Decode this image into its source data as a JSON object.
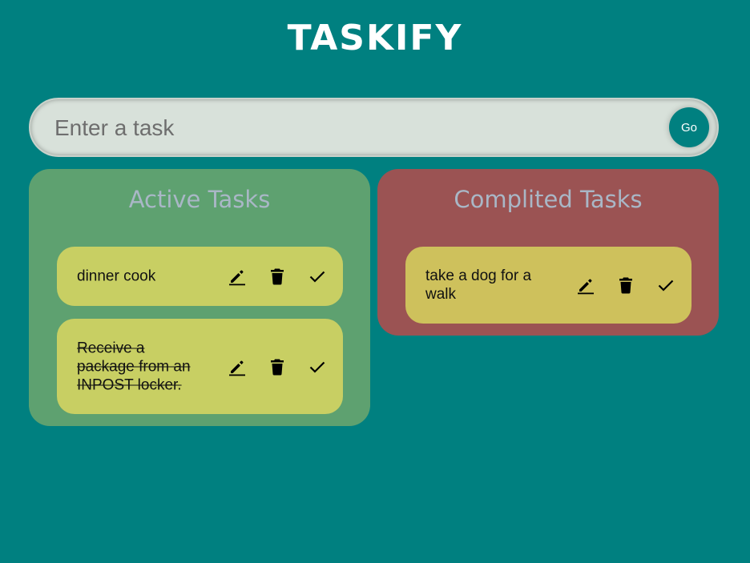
{
  "app": {
    "title": "TASKIFY"
  },
  "form": {
    "placeholder": "Enter a task",
    "value": "",
    "submit_label": "Go"
  },
  "active": {
    "heading": "Active Tasks",
    "tasks": [
      {
        "text": "dinner cook",
        "done": false
      },
      {
        "text": "Receive a package from an INPOST locker.",
        "done": true
      }
    ]
  },
  "completed": {
    "heading": "Complited Tasks",
    "tasks": [
      {
        "text": "take a dog for a walk",
        "done": false
      }
    ]
  },
  "icons": {
    "edit": "edit-icon",
    "delete": "trash-icon",
    "complete": "check-icon"
  },
  "colors": {
    "background": "#008080",
    "active_panel": "#5ea170",
    "completed_panel": "#9b5353",
    "active_card": "#c8cf63",
    "completed_card": "#cec15c",
    "heading": "#a9b7c6"
  }
}
